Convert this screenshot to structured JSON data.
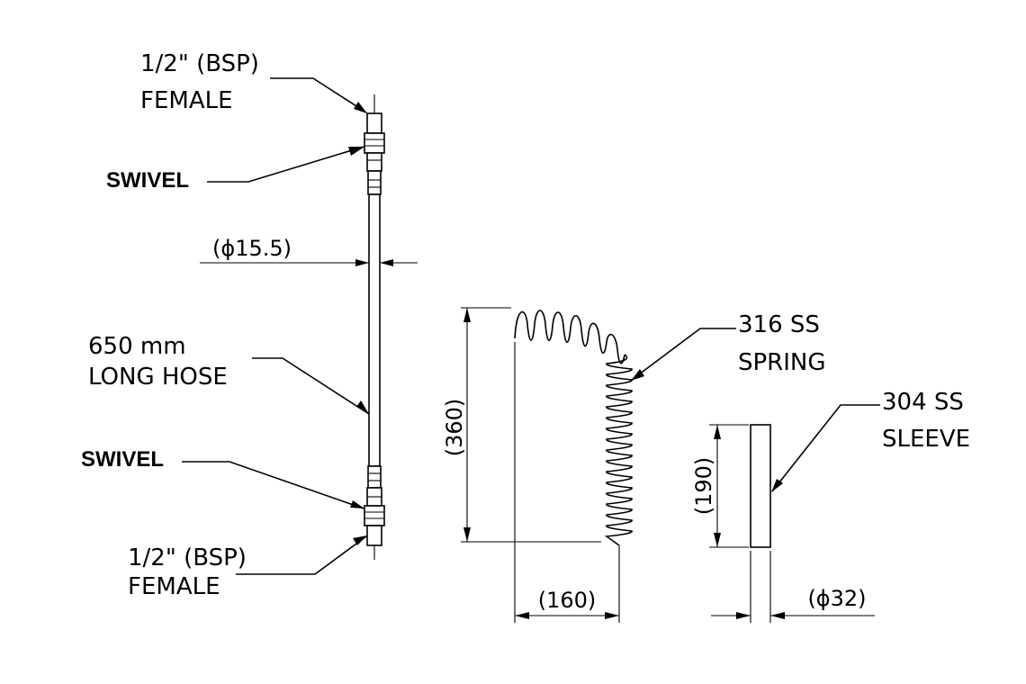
{
  "labels": {
    "top_fitting": [
      "1/2\" (BSP)",
      "FEMALE"
    ],
    "top_swivel": "SWIVEL",
    "hose_diameter": "(ϕ15.5)",
    "hose_length": [
      "650 mm",
      "LONG HOSE"
    ],
    "bottom_swivel": "SWIVEL",
    "bottom_fitting": [
      "1/2\" (BSP)",
      "FEMALE"
    ],
    "spring": [
      "316 SS",
      "SPRING"
    ],
    "spring_height": "(360)",
    "spring_width": "(160)",
    "sleeve": [
      "304 SS",
      "SLEEVE"
    ],
    "sleeve_height": "(190)",
    "sleeve_diameter": "(ϕ32)"
  }
}
